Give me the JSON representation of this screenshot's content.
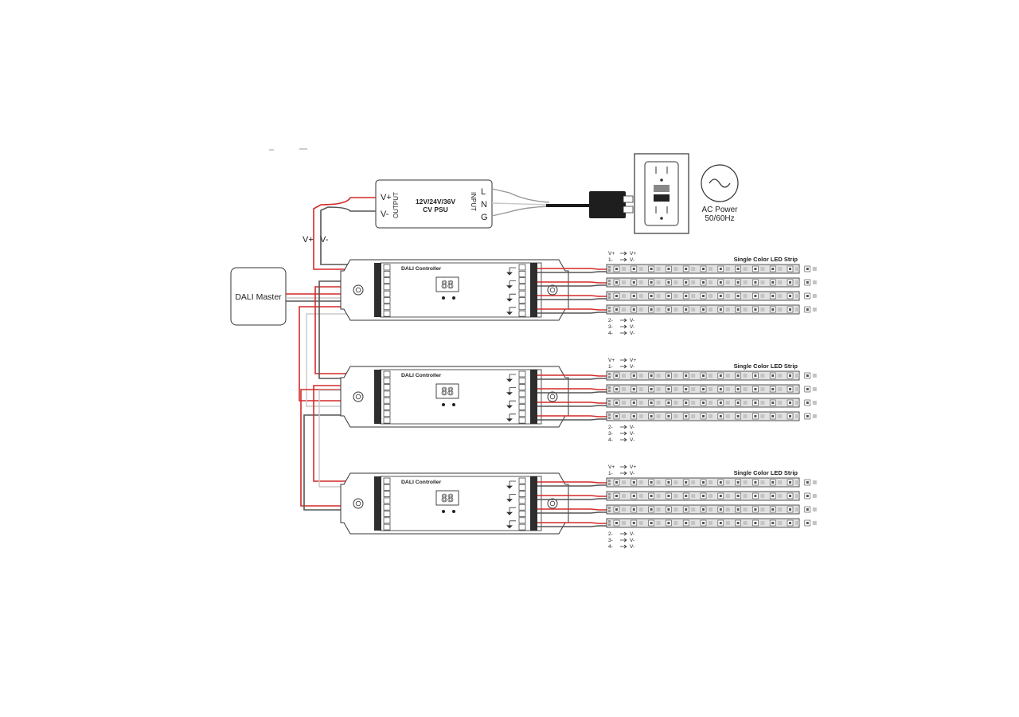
{
  "psu": {
    "output_label": "OUTPUT",
    "out_pos": "V+",
    "out_neg": "V-",
    "title_line1": "12V/24V/36V",
    "title_line2": "CV PSU",
    "input_label": "INPUT",
    "in_l": "L",
    "in_n": "N",
    "in_g": "G"
  },
  "psu_wire_labels": {
    "pos": "V+",
    "neg": "V-"
  },
  "ac_power": {
    "line1": "AC Power",
    "line2": "50/60Hz"
  },
  "dali_master": {
    "label": "DALI Master"
  },
  "controllers": [
    {
      "title": "DALI Controller",
      "display": "88"
    },
    {
      "title": "DALI Controller",
      "display": "88"
    },
    {
      "title": "DALI Controller",
      "display": "88"
    }
  ],
  "strip_title": "Single Color LED Strip",
  "legend_top": [
    {
      "from": "V+",
      "to": "V+"
    },
    {
      "from": "1-",
      "to": "V-"
    }
  ],
  "legend_bottom": [
    {
      "from": "2-",
      "to": "V-"
    },
    {
      "from": "3-",
      "to": "V-"
    },
    {
      "from": "4-",
      "to": "V-"
    }
  ],
  "colors": {
    "positive_wire": "#d42a2a",
    "negative_wire": "#555555",
    "led_strip": "#dcdcdc",
    "terminal_block": "#2e2e2e"
  },
  "icons": [
    "power-plug-icon",
    "wall-outlet-icon",
    "ac-sine-icon",
    "seven-segment-display-icon",
    "led-chip-icon"
  ]
}
